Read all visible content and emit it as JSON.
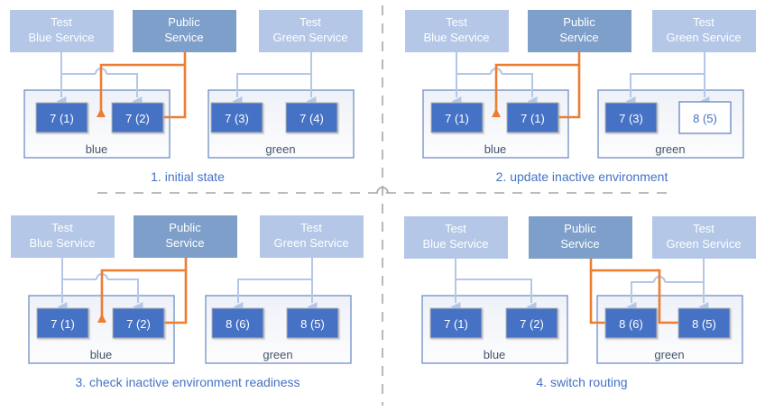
{
  "diagram": {
    "title_present": false,
    "colors": {
      "service_light": "#b4c7e7",
      "service_dark": "#7e9fc9",
      "pod_fill": "#4472c4",
      "pod_stroke": "#b4b4b4",
      "pod_text": "#ffffff",
      "pod_inactive_fill": "#ffffff",
      "pod_inactive_text": "#4472c4",
      "env_box_fill": "#f4f6fa",
      "env_box_stroke": "#6f8fc4",
      "arrow_blue": "#b4c7e7",
      "arrow_orange": "#ed7d31",
      "caption_text": "#4472c4",
      "env_text": "#44546a",
      "divider": "#a6a6a6"
    },
    "services": {
      "test_blue": "Test\nBlue Service",
      "test_blue_line1": "Test",
      "test_blue_line2": "Blue Service",
      "public_line1": "Public",
      "public_line2": "Service",
      "test_green_line1": "Test",
      "test_green_line2": "Green Service"
    },
    "env_names": {
      "blue": "blue",
      "green": "green"
    },
    "panels": [
      {
        "id": "panel-1",
        "caption": "1. initial state",
        "blue_env": {
          "name": "blue",
          "pods": [
            "7 (1)",
            "7 (2)"
          ],
          "pod_states": [
            "active",
            "active"
          ]
        },
        "green_env": {
          "name": "green",
          "pods": [
            "7 (3)",
            "7 (4)"
          ],
          "pod_states": [
            "active",
            "active"
          ]
        },
        "public_routes_to": "blue"
      },
      {
        "id": "panel-2",
        "caption": "2. update inactive environment",
        "blue_env": {
          "name": "blue",
          "pods": [
            "7 (1)",
            "7 (1)"
          ],
          "pod_states": [
            "active",
            "active"
          ]
        },
        "green_env": {
          "name": "green",
          "pods": [
            "7 (3)",
            "8 (5)"
          ],
          "pod_states": [
            "active",
            "starting"
          ]
        },
        "public_routes_to": "blue"
      },
      {
        "id": "panel-3",
        "caption": "3. check inactive environment readiness",
        "blue_env": {
          "name": "blue",
          "pods": [
            "7 (1)",
            "7 (2)"
          ],
          "pod_states": [
            "active",
            "active"
          ]
        },
        "green_env": {
          "name": "green",
          "pods": [
            "8 (6)",
            "8 (5)"
          ],
          "pod_states": [
            "active",
            "active"
          ]
        },
        "public_routes_to": "blue"
      },
      {
        "id": "panel-4",
        "caption": "4. switch routing",
        "blue_env": {
          "name": "blue",
          "pods": [
            "7 (1)",
            "7 (2)"
          ],
          "pod_states": [
            "active",
            "active"
          ]
        },
        "green_env": {
          "name": "green",
          "pods": [
            "8 (6)",
            "8 (5)"
          ],
          "pod_states": [
            "active",
            "active"
          ]
        },
        "public_routes_to": "green"
      }
    ]
  }
}
